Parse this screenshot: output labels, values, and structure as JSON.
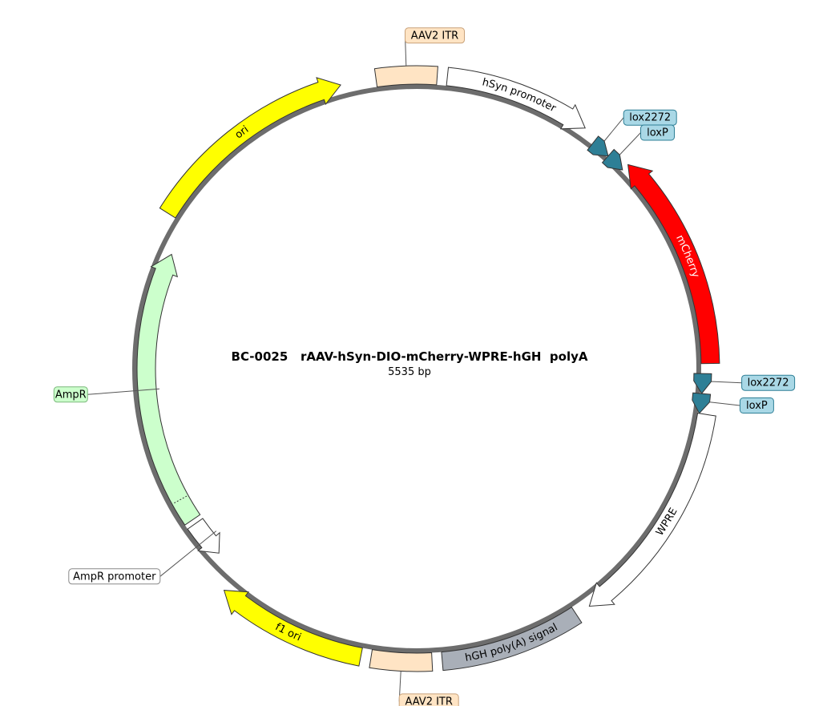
{
  "title": "BC-0025   rAAV-hSyn-DIO-mCherry-WPRE-hGH  polyA",
  "subtitle": "5535 bp",
  "features": [
    {
      "name": "AAV2 ITR",
      "kind": "box",
      "start": 352,
      "end": 364,
      "inside": false,
      "fill": "#FFE4C4",
      "label": "AAV2 ITR",
      "labelStyle": "callout"
    },
    {
      "name": "hSyn promoter",
      "kind": "arrow",
      "start": 6,
      "end": 35,
      "inside": false,
      "fill": "#ffffff",
      "label": "hSyn promoter",
      "labelStyle": "inline"
    },
    {
      "name": "lox2272",
      "kind": "tag",
      "start": 38,
      "end": 41,
      "inside": false,
      "fill": "#2e7f96",
      "label": "lox2272",
      "labelStyle": "callout"
    },
    {
      "name": "loxP",
      "kind": "tag",
      "start": 42,
      "end": 45,
      "inside": false,
      "fill": "#2e7f96",
      "label": "loxP",
      "labelStyle": "callout"
    },
    {
      "name": "mCherry",
      "kind": "arrow",
      "start": 89,
      "end": 46,
      "inside": false,
      "fill": "#ff0000",
      "label": "mCherry",
      "labelStyle": "inline",
      "labelColor": "#ffffff"
    },
    {
      "name": "lox2272",
      "kind": "tag",
      "start": 91,
      "end": 94,
      "inside": false,
      "fill": "#2e7f96",
      "label": "lox2272",
      "labelStyle": "callout"
    },
    {
      "name": "loxP",
      "kind": "tag",
      "start": 95,
      "end": 98,
      "inside": false,
      "fill": "#2e7f96",
      "label": "loxP",
      "labelStyle": "callout"
    },
    {
      "name": "WPRE",
      "kind": "arrow",
      "start": 99,
      "end": 144,
      "inside": false,
      "fill": "#ffffff",
      "label": "WPRE",
      "labelStyle": "inline"
    },
    {
      "name": "hGH poly(A) signal",
      "kind": "box",
      "start": 147,
      "end": 175,
      "inside": false,
      "fill": "#A9AFB8",
      "label": "hGH poly(A) signal",
      "labelStyle": "inline"
    },
    {
      "name": "AAV2 ITR",
      "kind": "box",
      "start": 177,
      "end": 189,
      "inside": false,
      "fill": "#FFE4C4",
      "label": "AAV2 ITR",
      "labelStyle": "callout"
    },
    {
      "name": "f1 ori",
      "kind": "arrow",
      "start": 191,
      "end": 221,
      "inside": false,
      "fill": "#ffff00",
      "label": "f1 ori",
      "labelStyle": "inline"
    },
    {
      "name": "AmpR promoter",
      "kind": "arrow",
      "start": 235,
      "end": 227,
      "inside": true,
      "fill": "#ffffff",
      "label": "AmpR promoter",
      "labelStyle": "callout"
    },
    {
      "name": "AmpR",
      "kind": "arrow",
      "start": 236,
      "end": 295,
      "inside": true,
      "fill": "#ccffcc",
      "label": "AmpR",
      "labelStyle": "callout"
    },
    {
      "name": "ori",
      "kind": "arrow",
      "start": 302,
      "end": 345,
      "inside": false,
      "fill": "#ffff00",
      "label": "ori",
      "labelStyle": "inline"
    }
  ],
  "colors": {
    "backbone": "#6d6d6d",
    "outline": "#333333",
    "tag_label_fill": "#a9d8e6",
    "tag_label_stroke": "#2e7f96",
    "ampr_label_fill": "#ccffcc",
    "itr_label_fill": "#FFE4C4",
    "plain_label_fill": "#ffffff"
  }
}
